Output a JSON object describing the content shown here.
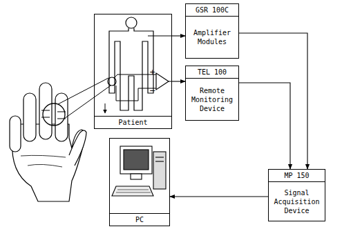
{
  "diagram": {
    "nodes": [
      {
        "text": [
          "Patient"
        ]
      },
      {
        "text": [
          "GSR 100C",
          "Amplifier Modules"
        ]
      },
      {
        "text": [
          "TEL 100",
          "Remote Monitoring Device"
        ]
      },
      {
        "text": [
          "MP 150",
          "Signal Acquisition Device"
        ]
      },
      {
        "text": [
          "PC"
        ]
      }
    ],
    "edges": [
      {
        "from": 0,
        "to": 1,
        "arrow": "to"
      },
      {
        "from": 0,
        "to": 2,
        "arrow": "to"
      },
      {
        "from": 1,
        "to": 3,
        "arrow": "to"
      },
      {
        "from": 2,
        "to": 3,
        "arrow": "to"
      },
      {
        "from": 3,
        "to": 4,
        "arrow": "to"
      }
    ],
    "labels": [
      "+",
      "−"
    ]
  }
}
